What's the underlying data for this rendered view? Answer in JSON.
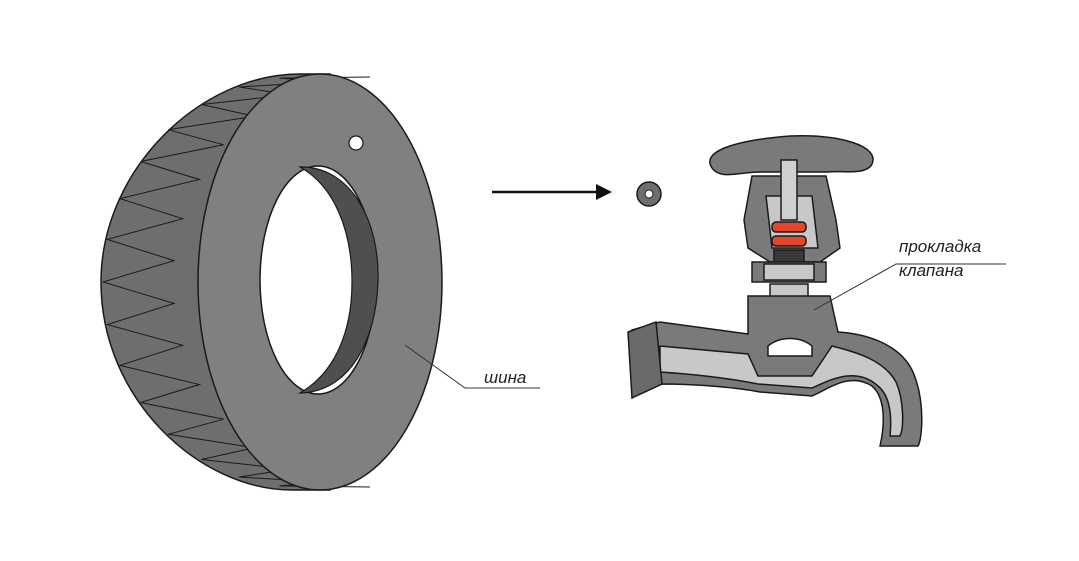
{
  "labels": {
    "tire": "шина",
    "gasket_line1": "прокладка",
    "gasket_line2": "клапана"
  },
  "colors": {
    "tire_face": "#808080",
    "tire_tread": "#6e6e6e",
    "tire_inner": "#4f4f4f",
    "tap_body": "#7a7a7a",
    "tap_cavity": "#c8c8c8",
    "gasket": "#e2472b",
    "outline": "#1a1a1a"
  }
}
